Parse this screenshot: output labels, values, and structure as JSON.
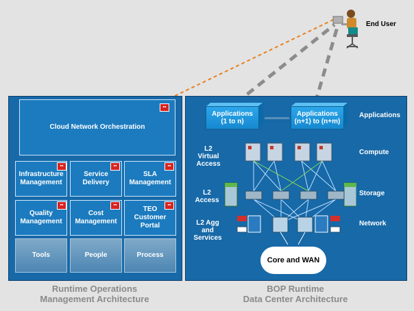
{
  "end_user": "End User",
  "left": {
    "orchestration": "Cloud Network Orchestration",
    "modules": [
      {
        "label": "Infrastructure\nManagement"
      },
      {
        "label": "Service\nDelivery"
      },
      {
        "label": "SLA\nManagement"
      },
      {
        "label": "Quality\nManagement"
      },
      {
        "label": "Cost\nManagement"
      },
      {
        "label": "TEO\nCustomer\nPortal"
      }
    ],
    "bottom": [
      "Tools",
      "People",
      "Process"
    ],
    "caption_line1": "Runtime Operations",
    "caption_line2": "Management Architecture"
  },
  "right": {
    "app1": "Applications\n(1 to n)",
    "app2": "Applications\n(n+1) to (n+m)",
    "rows": {
      "applications": "Applications",
      "compute": "Compute",
      "storage": "Storage",
      "network": "Network"
    },
    "layers": {
      "l2_virtual": "L2\nVirtual\nAccess",
      "l2_access": "L2\nAccess",
      "l2_agg": "L2 Agg\nand\nServices"
    },
    "core": "Core and WAN",
    "caption_line1": "BOP Runtime",
    "caption_line2": "Data Center Architecture"
  },
  "colors": {
    "panel": "#1769a8",
    "box": "#1c7bbf",
    "badge": "#d8231f",
    "orange_line": "#e8801e",
    "grey_line": "#8c8c8c"
  }
}
